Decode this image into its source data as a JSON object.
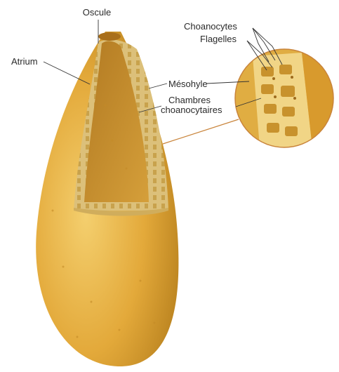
{
  "labels": {
    "oscule": "Oscule",
    "atrium": "Atrium",
    "choanocytes": "Choanocytes",
    "flagelles": "Flagelles",
    "mesohyle": "Mésohyle",
    "chambres_line1": "Chambres",
    "chambres_line2": "choanocytaires"
  },
  "colors": {
    "body": "#e3a93a",
    "body_highlight": "#f4cf6e",
    "body_shadow": "#b57e1c",
    "atrium": "#c8922d",
    "wall_cut": "#dcc07a",
    "canal": "#b8862a",
    "magnifier_ring": "#c9843b",
    "leader": "#333333"
  }
}
